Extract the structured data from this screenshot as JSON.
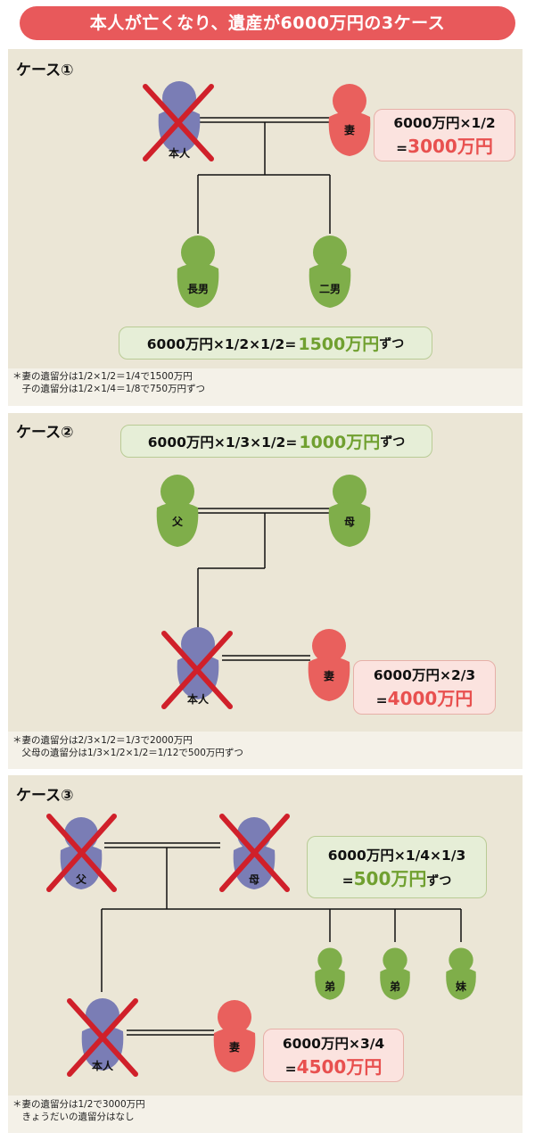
{
  "title": "本人が亡くなり、遺産が6000万円の3ケース",
  "colors": {
    "title_bg": "#e8595b",
    "panel_bg": "#ebe6d6",
    "deceased": "#7a7db5",
    "spouse": "#e9605d",
    "relative": "#7fae4a",
    "cross": "#d0202a",
    "result_pink": "#e8504f",
    "result_green": "#70a030"
  },
  "case1": {
    "label": "ケース①",
    "people": {
      "self": "本人",
      "wife": "妻",
      "son1": "長男",
      "son2": "二男"
    },
    "wife_box": {
      "line1": "6000万円×1/2",
      "prefix": "=",
      "result": "3000万円"
    },
    "child_box": {
      "formula": "6000万円×1/2×1/2=",
      "result": "1500万円",
      "suffix": "ずつ"
    },
    "note": "＊妻の遺留分は1/2×1/2＝1/4で1500万円\n　子の遺留分は1/2×1/4＝1/8で750万円ずつ"
  },
  "case2": {
    "label": "ケース②",
    "people": {
      "father": "父",
      "mother": "母",
      "self": "本人",
      "wife": "妻"
    },
    "parent_box": {
      "formula": "6000万円×1/3×1/2=",
      "result": "1000万円",
      "suffix": "ずつ"
    },
    "wife_box": {
      "line1": "6000万円×2/3",
      "prefix": "=",
      "result": "4000万円"
    },
    "note": "＊妻の遺留分は2/3×1/2＝1/3で2000万円\n　父母の遺留分は1/3×1/2×1/2＝1/12で500万円ずつ"
  },
  "case3": {
    "label": "ケース③",
    "people": {
      "father": "父",
      "mother": "母",
      "brother1": "弟",
      "brother2": "弟",
      "sister": "妹",
      "self": "本人",
      "wife": "妻"
    },
    "sibling_box": {
      "line1": "6000万円×1/4×1/3",
      "prefix": "=",
      "result": "500万円",
      "suffix": "ずつ"
    },
    "wife_box": {
      "line1": "6000万円×3/4",
      "prefix": "=",
      "result": "4500万円"
    },
    "note": "＊妻の遺留分は1/2で3000万円\n　きょうだいの遺留分はなし"
  }
}
